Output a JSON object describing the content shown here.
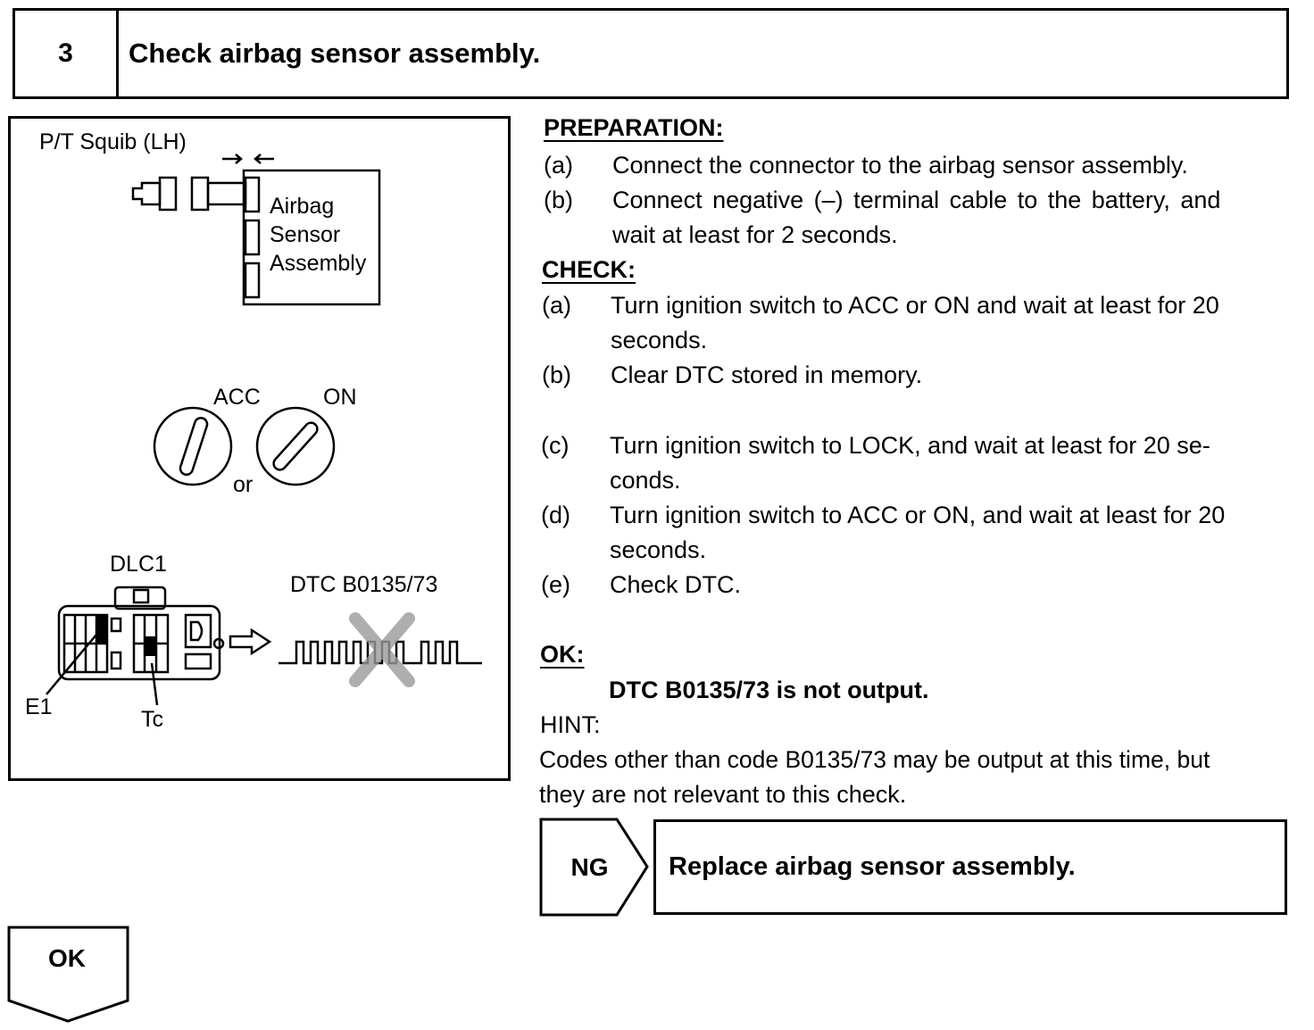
{
  "header": {
    "step_number": "3",
    "title": "Check airbag sensor assembly."
  },
  "figure": {
    "squib_label": "P/T Squib (LH)",
    "sensor_label": [
      "Airbag",
      "Sensor",
      "Assembly"
    ],
    "acc_label": "ACC",
    "on_label": "ON",
    "or_label": "or",
    "dlc_label": "DLC1",
    "dtc_label": "DTC B0135/73",
    "e1_label": "E1",
    "tc_label": "Tc"
  },
  "preparation": {
    "heading": "PREPARATION:",
    "steps": [
      {
        "letter": "(a)",
        "lines": [
          "Connect the connector to the airbag sensor assembly."
        ]
      },
      {
        "letter": "(b)",
        "lines": [
          "Connect negative (–) terminal cable to the battery, and",
          "wait at least for 2 seconds."
        ]
      }
    ]
  },
  "check": {
    "heading": "CHECK:",
    "steps": [
      {
        "letter": "(a)",
        "lines": [
          "Turn ignition switch to ACC or ON and wait at least for 20",
          "seconds."
        ]
      },
      {
        "letter": "(b)",
        "lines": [
          "Clear DTC stored in memory."
        ]
      },
      {
        "letter": "(c)",
        "lines": [
          "Turn ignition switch to LOCK, and wait at least for 20 se-",
          "conds."
        ]
      },
      {
        "letter": "(d)",
        "lines": [
          "Turn ignition switch to ACC or ON, and wait at least for 20",
          "seconds."
        ]
      },
      {
        "letter": "(e)",
        "lines": [
          "Check DTC."
        ]
      }
    ]
  },
  "ok": {
    "heading": "OK:",
    "result": "DTC B0135/73 is not output."
  },
  "hint": {
    "heading": "HINT:",
    "lines": [
      "Codes other than code B0135/73 may be output at this time, but",
      "they are not relevant to this check."
    ]
  },
  "ng": {
    "label": "NG",
    "action": "Replace airbag sensor assembly."
  },
  "ok_flow": {
    "label": "OK"
  }
}
